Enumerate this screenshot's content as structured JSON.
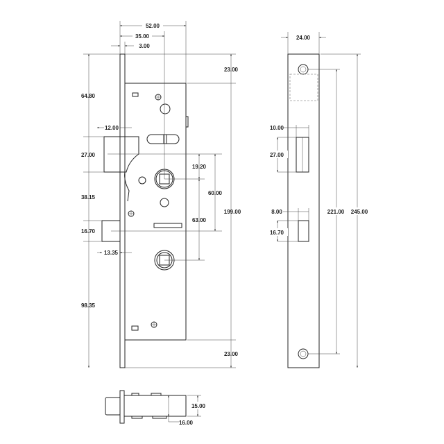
{
  "front_view": {
    "dims": {
      "width_total": "52.00",
      "backset": "35.00",
      "faceplate_thickness": "3.00",
      "top_offset": "23.00",
      "latch_from_top": "64.80",
      "latch_projection": "12.00",
      "latch_height": "27.00",
      "spindle_offset": "19.20",
      "spindle_to_bolt": "60.00",
      "latch_to_bolt": "38.15",
      "spindle_to_cylinder": "63.00",
      "case_height": "199.00",
      "bolt_height": "16.70",
      "bolt_projection": "13.35",
      "bolt_to_bottom": "98.35",
      "bottom_offset": "23.00"
    }
  },
  "strike_view": {
    "dims": {
      "width": "24.00",
      "latch_slot_width": "10.00",
      "latch_slot_height": "27.00",
      "bolt_slot_width": "8.00",
      "bolt_slot_height": "16.70",
      "hole_spacing": "221.00",
      "total_height": "245.00"
    }
  },
  "bottom_view": {
    "dims": {
      "body_thickness": "15.00",
      "offset": "16.00"
    }
  }
}
